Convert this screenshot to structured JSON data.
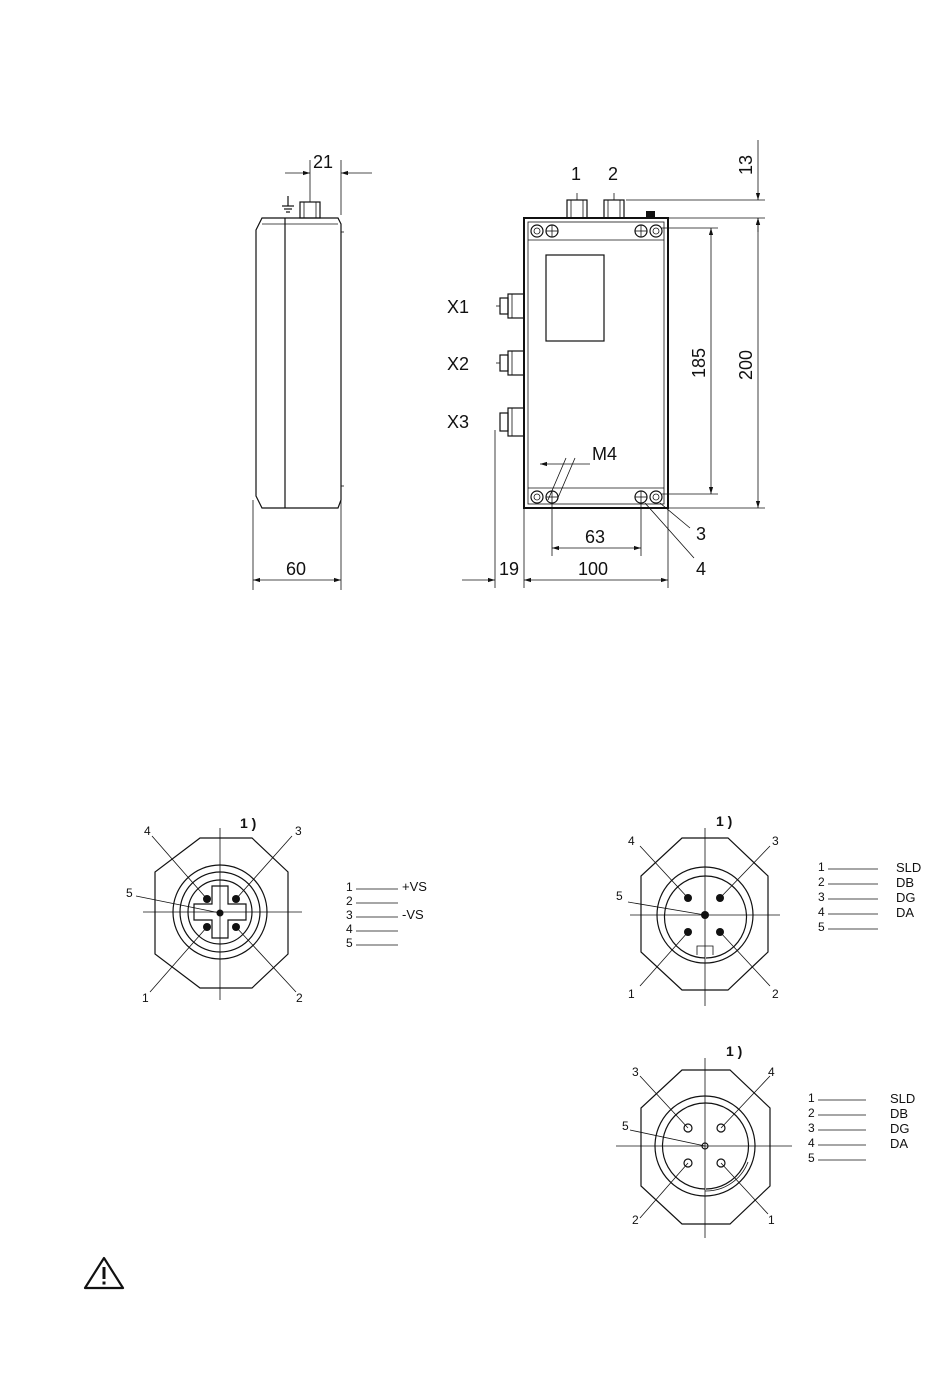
{
  "side_view": {
    "dim_top": "21",
    "dim_width": "60"
  },
  "front_view": {
    "port_top_1": "1",
    "port_top_2": "2",
    "port_x1": "X1",
    "port_x2": "X2",
    "port_x3": "X3",
    "dim_13": "13",
    "dim_185": "185",
    "dim_200": "200",
    "dim_m4": "M4",
    "dim_63": "63",
    "dim_19": "19",
    "dim_100": "100",
    "callout_3": "3",
    "callout_4": "4"
  },
  "connector_a": {
    "note": "1 )",
    "pins": [
      "1",
      "2",
      "3",
      "4",
      "5"
    ],
    "signals": [
      "+VS",
      "",
      "-VS",
      "",
      ""
    ]
  },
  "connector_b": {
    "note": "1 )",
    "pins": [
      "1",
      "2",
      "3",
      "4",
      "5"
    ],
    "signals": [
      "SLD",
      "DB",
      "DG",
      "DA",
      ""
    ]
  },
  "connector_c": {
    "note": "1 )",
    "pins": [
      "1",
      "2",
      "3",
      "4",
      "5"
    ],
    "signals": [
      "SLD",
      "DB",
      "DG",
      "DA",
      ""
    ]
  },
  "icons": {
    "warning": "warning-triangle-icon"
  }
}
